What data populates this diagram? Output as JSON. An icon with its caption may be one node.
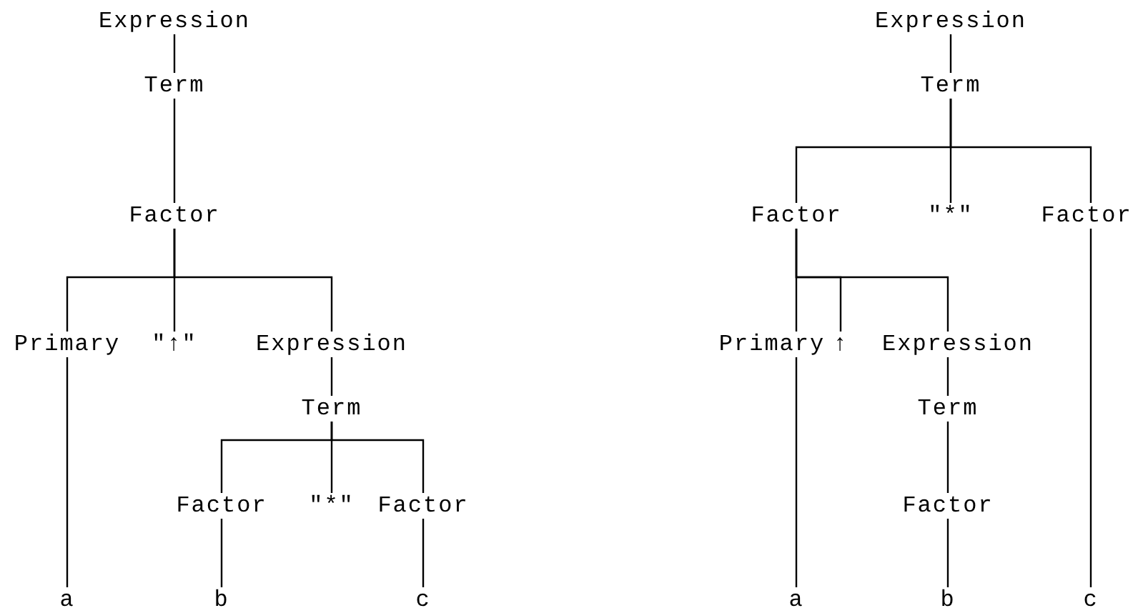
{
  "diagram": {
    "nodes": [
      {
        "text": [
          "Expression"
        ]
      },
      {
        "text": [
          "Term"
        ]
      },
      {
        "text": [
          "Factor"
        ]
      },
      {
        "text": [
          "Primary"
        ]
      },
      {
        "text": [
          "\"↑\""
        ]
      },
      {
        "text": [
          "Expression"
        ]
      },
      {
        "text": [
          "a"
        ]
      },
      {
        "text": [
          "Term"
        ]
      },
      {
        "text": [
          "Factor"
        ]
      },
      {
        "text": [
          "\"*\""
        ]
      },
      {
        "text": [
          "Factor"
        ]
      },
      {
        "text": [
          "b"
        ]
      },
      {
        "text": [
          "c"
        ]
      },
      {
        "text": [
          "Expression"
        ]
      },
      {
        "text": [
          "Term"
        ]
      },
      {
        "text": [
          "Factor"
        ]
      },
      {
        "text": [
          "\"*\""
        ]
      },
      {
        "text": [
          "Factor"
        ]
      },
      {
        "text": [
          "Primary"
        ]
      },
      {
        "text": [
          "↑"
        ]
      },
      {
        "text": [
          "Expression"
        ]
      },
      {
        "text": [
          "a"
        ]
      },
      {
        "text": [
          "Term"
        ]
      },
      {
        "text": [
          "Factor"
        ]
      },
      {
        "text": [
          "b"
        ]
      },
      {
        "text": [
          "c"
        ]
      }
    ],
    "edges": [
      {
        "from": 0,
        "to": 1,
        "arrow": "none"
      },
      {
        "from": 1,
        "to": 2,
        "arrow": "none"
      },
      {
        "from": 2,
        "to": 3,
        "arrow": "none"
      },
      {
        "from": 2,
        "to": 4,
        "arrow": "none"
      },
      {
        "from": 2,
        "to": 5,
        "arrow": "none"
      },
      {
        "from": 3,
        "to": 6,
        "arrow": "none"
      },
      {
        "from": 5,
        "to": 7,
        "arrow": "none"
      },
      {
        "from": 7,
        "to": 8,
        "arrow": "none"
      },
      {
        "from": 7,
        "to": 9,
        "arrow": "none"
      },
      {
        "from": 7,
        "to": 10,
        "arrow": "none"
      },
      {
        "from": 8,
        "to": 11,
        "arrow": "none"
      },
      {
        "from": 10,
        "to": 12,
        "arrow": "none"
      },
      {
        "from": 13,
        "to": 14,
        "arrow": "none"
      },
      {
        "from": 14,
        "to": 15,
        "arrow": "none"
      },
      {
        "from": 14,
        "to": 16,
        "arrow": "none"
      },
      {
        "from": 14,
        "to": 17,
        "arrow": "none"
      },
      {
        "from": 15,
        "to": 18,
        "arrow": "none"
      },
      {
        "from": 15,
        "to": 19,
        "arrow": "none"
      },
      {
        "from": 15,
        "to": 20,
        "arrow": "none"
      },
      {
        "from": 18,
        "to": 21,
        "arrow": "none"
      },
      {
        "from": 20,
        "to": 22,
        "arrow": "none"
      },
      {
        "from": 22,
        "to": 23,
        "arrow": "none"
      },
      {
        "from": 23,
        "to": 24,
        "arrow": "none"
      },
      {
        "from": 17,
        "to": 25,
        "arrow": "none"
      }
    ]
  }
}
